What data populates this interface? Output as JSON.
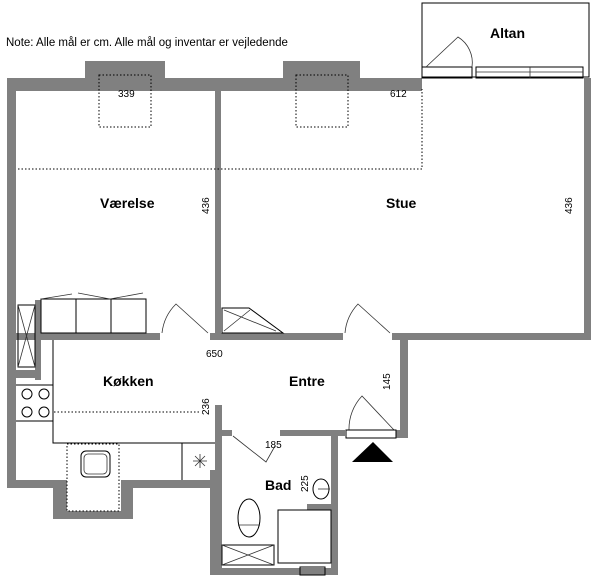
{
  "note": "Note: Alle mål er cm. Alle mål og inventar er vejledende",
  "rooms": {
    "altan": "Altan",
    "vaerelse": "Værelse",
    "stue": "Stue",
    "kokken": "Køkken",
    "entre": "Entre",
    "bad": "Bad"
  },
  "dimensions": {
    "vaerelse_width": "339",
    "stue_width": "612",
    "vaerelse_depth": "436",
    "stue_depth": "436",
    "hall_length": "650",
    "entre_depth": "145",
    "kitchen_depth": "236",
    "bad_width": "185",
    "bad_depth": "225"
  },
  "colors": {
    "wall": "#808080",
    "line": "#000000"
  }
}
